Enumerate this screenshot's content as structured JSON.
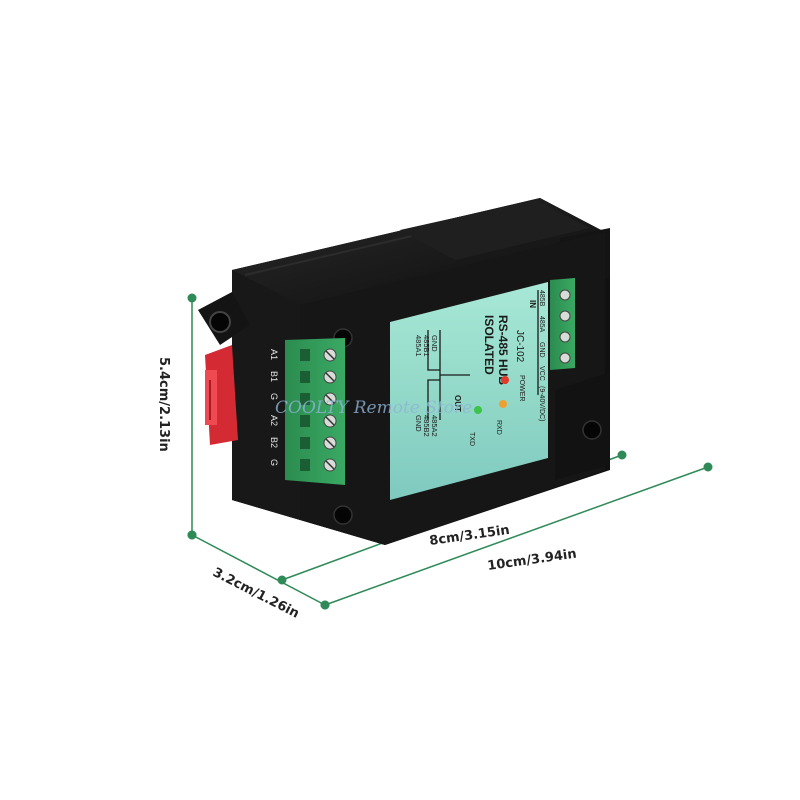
{
  "dimensions": {
    "height": "5.4cm/2.13in",
    "depth": "3.2cm/1.26in",
    "inner_length": "8cm/3.15in",
    "total_length": "10cm/3.94in"
  },
  "watermark": "COOLTY Remote Store",
  "device": {
    "title_line1": "ISOLATED",
    "title_line2": "RS-485 HUB",
    "model": "JC-102",
    "in_label": "IN",
    "out_label": "OUT",
    "input_terminals": [
      "485B",
      "485A",
      "GND",
      "VCC"
    ],
    "voltage": "(9-40V/DC)",
    "led_power": "POWER",
    "led_rxd": "RXD",
    "led_txd": "TXD",
    "out1_labels": [
      "GND",
      "485B1",
      "485A1"
    ],
    "out2_labels": [
      "485A2",
      "485B2",
      "GND"
    ],
    "left_terminal_labels": [
      "A1",
      "B1",
      "G",
      "A2",
      "B2",
      "G"
    ],
    "colors": {
      "housing": "#151515",
      "terminal_green": "#2f9a58",
      "label_teal": "#8fd8c8",
      "clip_red": "#e0303a",
      "dimension_line": "#2e8a57"
    }
  }
}
